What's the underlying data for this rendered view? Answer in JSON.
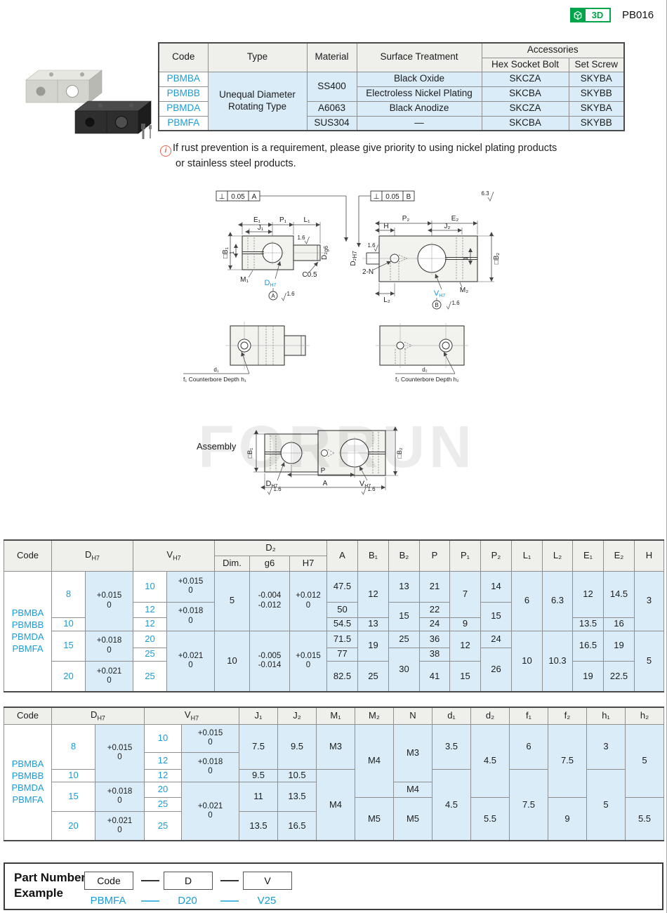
{
  "badge": {
    "label": "3D",
    "code": "PB016"
  },
  "product_table": {
    "h": {
      "code": "Code",
      "type": "Type",
      "material": "Material",
      "surface": "Surface Treatment",
      "acc": "Accessories",
      "bolt": "Hex Socket Bolt",
      "screw": "Set Screw"
    },
    "type_value": "Unequal Diameter\nRotating Type",
    "mat1": "SS400",
    "rows": [
      {
        "code": "PBMBA",
        "surface": "Black Oxide",
        "bolt": "SKCZA",
        "screw": "SKYBA"
      },
      {
        "code": "PBMBB",
        "surface": "Electroless Nickel Plating",
        "bolt": "SKCBA",
        "screw": "SKYBB"
      },
      {
        "code": "PBMDA",
        "material": "A6063",
        "surface": "Black Anodize",
        "bolt": "SKCZA",
        "screw": "SKYBA"
      },
      {
        "code": "PBMFA",
        "material": "SUS304",
        "surface": "—",
        "bolt": "SKCBA",
        "screw": "SKYBB"
      }
    ]
  },
  "note": {
    "icon": "i",
    "line1": "If rust prevention is a requirement, please give priority to using nickel plating products",
    "line2": "or stainless steel products."
  },
  "dwg": {
    "watermark": "FORRUN",
    "assembly": "Assembly",
    "perp": "⊥",
    "tol": "0.05",
    "datum_a": "A",
    "datum_b": "B",
    "r63": "6.3",
    "r16": "1.6",
    "e1": "E₁",
    "j1": "J₁",
    "p1": "P₁",
    "l1": "L₁",
    "sqb1": "□B₁",
    "sqb2": "□B₂",
    "m1": "M₁",
    "m2": "M₂",
    "one": "1",
    "c05": "C0.5",
    "d2g6_b": "D₂",
    "d2g6_s": "g6",
    "dh7_b": "D",
    "dh7_s": "H7",
    "vh7_b": "V",
    "vh7_s": "H7",
    "d2h7_b": "D₂",
    "d2h7_s": "H7",
    "p2": "P₂",
    "e2": "E₂",
    "hh": "H",
    "j2": "J₂",
    "l2": "L₂",
    "twon": "2-N",
    "d1": "d₁",
    "cb1": "f₁ Counterbore Depth h₁",
    "d2": "d₂",
    "cb2": "f₂ Counterbore Depth h₂",
    "p": "P",
    "a": "A"
  },
  "t1": {
    "code": "PBMBA\nPBMBB\nPBMDA\nPBMFA",
    "h": {
      "code": "Code",
      "d_b": "D",
      "d_s": "H7",
      "v_b": "V",
      "v_s": "H7",
      "d2": "D₂",
      "dim": "Dim.",
      "g6": "g6",
      "h7": "H7",
      "a": "A",
      "b1": "B₁",
      "b2": "B₂",
      "p": "P",
      "p1": "P₁",
      "p2": "P₂",
      "l1": "L₁",
      "l2": "L₂",
      "e1": "E₁",
      "e2": "E₂",
      "hh": "H"
    },
    "r0": [
      "8",
      "+0.015\n0",
      "10",
      "+0.015\n0",
      "5",
      "-0.004\n-0.012",
      "+0.012\n0",
      "47.5",
      "12",
      "13",
      "21",
      "7",
      "14",
      "6",
      "6.3",
      "12",
      "14.5",
      "3"
    ],
    "r1": [
      "12",
      "+0.018\n0",
      "50",
      "15",
      "22",
      "15"
    ],
    "r2": [
      "10",
      "12",
      "54.5",
      "13",
      "24",
      "9",
      "13.5",
      "16"
    ],
    "r3": [
      "15",
      "+0.018\n0",
      "20",
      "+0.021\n0",
      "10",
      "-0.005\n-0.014",
      "+0.015\n0",
      "71.5",
      "19",
      "25",
      "36",
      "12",
      "24",
      "10",
      "10.3",
      "16.5",
      "19",
      "5"
    ],
    "r4": [
      "25",
      "77",
      "30",
      "38",
      "26"
    ],
    "r5": [
      "20",
      "+0.021\n0",
      "25",
      "82.5",
      "25",
      "41",
      "15",
      "19",
      "22.5"
    ]
  },
  "t2": {
    "code": "PBMBA\nPBMBB\nPBMDA\nPBMFA",
    "h": {
      "code": "Code",
      "d_b": "D",
      "d_s": "H7",
      "v_b": "V",
      "v_s": "H7",
      "j1": "J₁",
      "j2": "J₂",
      "m1": "M₁",
      "m2": "M₂",
      "n": "N",
      "d1": "d₁",
      "d2": "d₂",
      "f1": "f₁",
      "f2": "f₂",
      "h1": "h₁",
      "h2": "h₂"
    },
    "r0": [
      "8",
      "+0.015\n0",
      "10",
      "+0.015\n0",
      "7.5",
      "9.5",
      "M3",
      "M4",
      "M3",
      "3.5",
      "4.5",
      "6",
      "7.5",
      "3",
      "5"
    ],
    "r1": [
      "12",
      "+0.018\n0"
    ],
    "r2": [
      "10",
      "12",
      "9.5",
      "10.5",
      "M4",
      "4.5",
      "7.5",
      "5"
    ],
    "r3": [
      "15",
      "+0.018\n0",
      "20",
      "+0.021\n0",
      "11",
      "13.5",
      "M4"
    ],
    "r4": [
      "25",
      "M5",
      "M5",
      "5.5",
      "9",
      "5.5"
    ],
    "r5": [
      "20",
      "+0.021\n0",
      "25",
      "13.5",
      "16.5"
    ]
  },
  "pn": {
    "title": "Part Number\nExample",
    "code_box": "Code",
    "d_box": "D",
    "v_box": "V",
    "code_val": "PBMFA",
    "d_val": "D20",
    "v_val": "V25"
  }
}
